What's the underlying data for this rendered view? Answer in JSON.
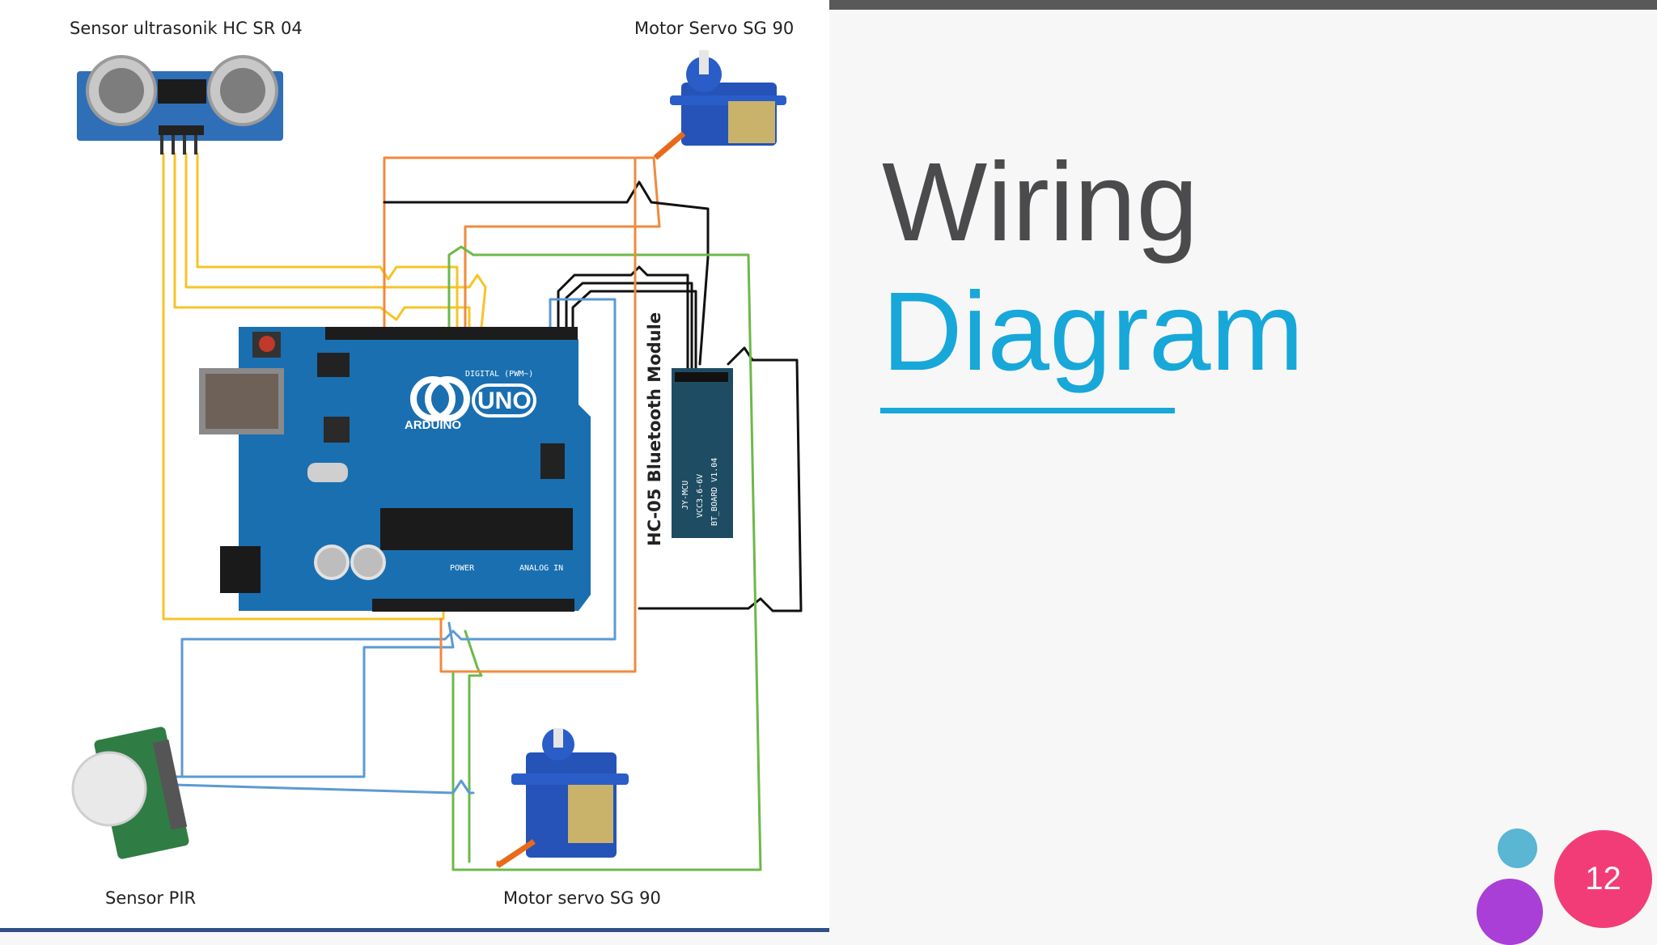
{
  "slide": {
    "title_line1": "Wiring",
    "title_line2": "Diagram",
    "page_number": "12"
  },
  "diagram": {
    "labels": {
      "ultrasonic": "Sensor ultrasonik HC SR 04",
      "servo_top": "Motor  Servo SG 90",
      "bluetooth": "HC-05 Bluetooth Module",
      "pir": "Sensor PIR",
      "servo_bottom": "Motor servo SG 90"
    },
    "board": {
      "brand": "ARDUINO",
      "model": "UNO",
      "digital_label": "DIGITAL (PWM~)",
      "power_label": "POWER",
      "analog_label": "ANALOG IN"
    },
    "bluetooth_chip": {
      "line1": "JY-MCU",
      "line2": "VCC3.6-6V",
      "line3": "BT_BOARD V1.04"
    }
  },
  "colors": {
    "title_dark": "#4b4a4c",
    "accent_blue": "#17a8d9",
    "top_bar": "#595959",
    "bottom_line": "#2f4f86",
    "dot_teal": "#5ab6d2",
    "dot_purple": "#a93fd6",
    "badge_pink": "#f23c78",
    "wire_orange": "#f08a3c",
    "wire_yellow": "#f6c428",
    "wire_green": "#6db84a",
    "wire_blue": "#5b9ad3",
    "wire_black": "#111111",
    "board_blue": "#1a6fb1"
  }
}
